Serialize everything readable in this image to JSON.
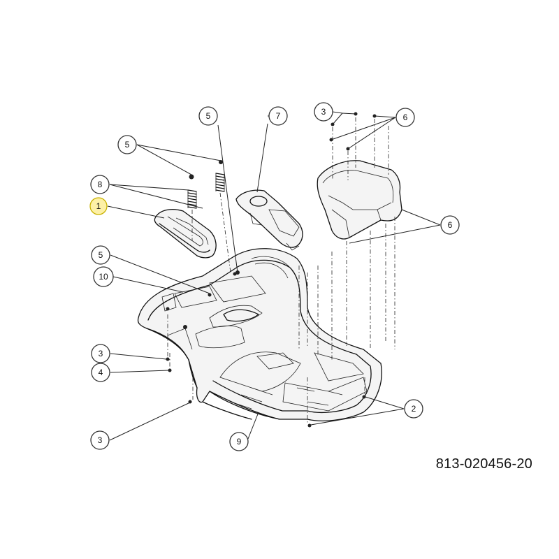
{
  "diagram": {
    "part_number": "813-020456-20",
    "callouts": [
      {
        "id": "c5-top",
        "label": "5"
      },
      {
        "id": "c7",
        "label": "7"
      },
      {
        "id": "c3-top",
        "label": "3"
      },
      {
        "id": "c6-top",
        "label": "6"
      },
      {
        "id": "c5-upper-left",
        "label": "5"
      },
      {
        "id": "c8",
        "label": "8"
      },
      {
        "id": "c1",
        "label": "1",
        "highlighted": true
      },
      {
        "id": "c6-right",
        "label": "6"
      },
      {
        "id": "c5-mid",
        "label": "5"
      },
      {
        "id": "c10",
        "label": "10"
      },
      {
        "id": "c3-left",
        "label": "3"
      },
      {
        "id": "c4",
        "label": "4"
      },
      {
        "id": "c2",
        "label": "2"
      },
      {
        "id": "c3-bottom",
        "label": "3"
      },
      {
        "id": "c9",
        "label": "9"
      }
    ],
    "colors": {
      "line": "#111111",
      "highlight": "#fdf0a6"
    }
  }
}
